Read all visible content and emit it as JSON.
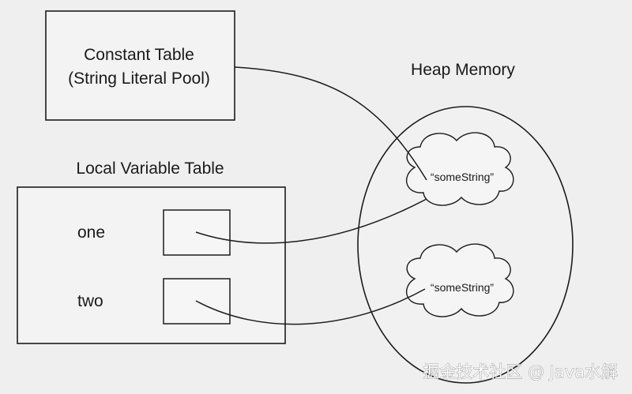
{
  "constant_table": {
    "title_line1": "Constant Table",
    "title_line2": "(String Literal Pool)"
  },
  "local_variable_table": {
    "title": "Local Variable Table",
    "variables": [
      {
        "name": "one"
      },
      {
        "name": "two"
      }
    ]
  },
  "heap_memory": {
    "title": "Heap Memory",
    "objects": [
      {
        "value": "“someString”"
      },
      {
        "value": "“someString”"
      }
    ]
  },
  "watermark": {
    "text": "掘金技术社区 @ Java水解"
  }
}
